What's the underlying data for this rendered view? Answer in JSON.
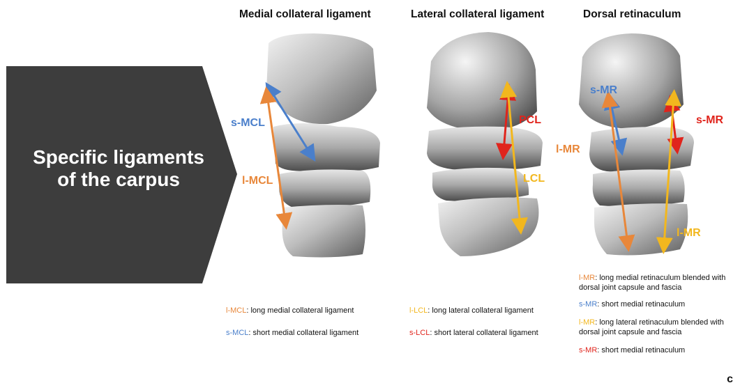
{
  "banner": {
    "line1": "Specific ligaments",
    "line2": "of the carpus",
    "color": "#3d3d3d"
  },
  "panels": [
    {
      "title": "Medial collateral ligament",
      "labels": [
        {
          "text": "s-MCL",
          "color": "#4a7fcb"
        },
        {
          "text": "l-MCL",
          "color": "#e8873a"
        }
      ]
    },
    {
      "title": "Lateral collateral ligament",
      "labels": [
        {
          "text": "PCL",
          "color": "#e0241c"
        },
        {
          "text": "LCL",
          "color": "#f2b71e"
        }
      ]
    },
    {
      "title": "Dorsal retinaculum",
      "labels": [
        {
          "text": "s-MR",
          "color": "#4a7fcb"
        },
        {
          "text": "l-MR",
          "color": "#e8873a"
        },
        {
          "text": "s-MR",
          "color": "#e0241c"
        },
        {
          "text": "l-MR",
          "color": "#f2b71e"
        }
      ]
    }
  ],
  "legend_medial": [
    {
      "abbr": "l-MCL",
      "color": "#e8873a",
      "desc": ": long medial collateral ligament"
    },
    {
      "abbr": "s-MCL",
      "color": "#4a7fcb",
      "desc": ": short medial collateral ligament"
    }
  ],
  "legend_lateral": [
    {
      "abbr": "l-LCL",
      "color": "#f2b71e",
      "desc": ": long lateral collateral ligament"
    },
    {
      "abbr": "s-LCL",
      "color": "#e0241c",
      "desc": ": short lateral collateral ligament"
    }
  ],
  "legend_dorsal": [
    {
      "abbr": "l-MR",
      "color": "#e8873a",
      "desc": ": long medial retinaculum blended with dorsal joint capsule and fascia"
    },
    {
      "abbr": "s-MR",
      "color": "#4a7fcb",
      "desc": ": short medial retinaculum"
    },
    {
      "abbr": "l-MR",
      "color": "#f2b71e",
      "desc": ": long lateral retinaculum blended with dorsal joint capsule and fascia"
    },
    {
      "abbr": "s-MR",
      "color": "#e0241c",
      "desc": ": short medial retinaculum"
    }
  ],
  "corner_letter": "c"
}
